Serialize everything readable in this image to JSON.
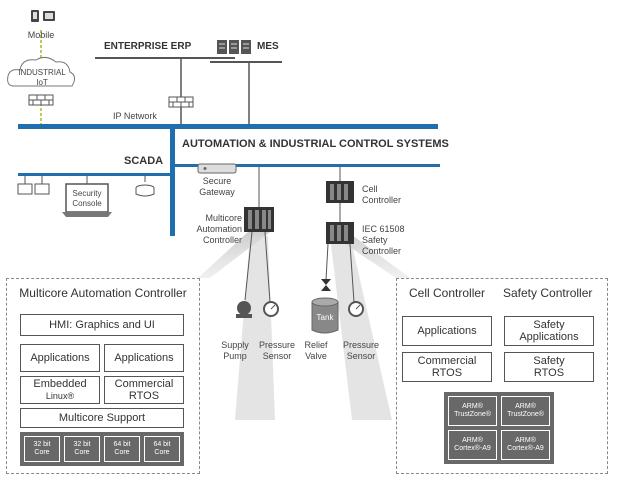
{
  "colors": {
    "bus": "#1f6ead",
    "text": "#333333",
    "chip": "#686868"
  },
  "network": {
    "mobile": "Mobile",
    "iot_line1": "INDUSTRIAL",
    "iot_line2": "IoT",
    "erp": "ENTERPRISE ERP",
    "mes": "MES",
    "ip_network": "IP Network",
    "automation": "AUTOMATION & INDUSTRIAL CONTROL SYSTEMS",
    "scada": "SCADA",
    "security_line1": "Security",
    "security_line2": "Console",
    "gateway_line1": "Secure",
    "gateway_line2": "Gateway",
    "mac_line1": "Multicore",
    "mac_line2": "Automation",
    "mac_line3": "Controller",
    "cell_line1": "Cell",
    "cell_line2": "Controller",
    "iec_line1": "IEC 61508",
    "iec_line2": "Safety",
    "iec_line3": "Controller",
    "tank": "Tank",
    "supply_line1": "Supply",
    "supply_line2": "Pump",
    "pressure1_line1": "Pressure",
    "pressure1_line2": "Sensor",
    "relief_line1": "Relief",
    "relief_line2": "Valve",
    "pressure2_line1": "Pressure",
    "pressure2_line2": "Sensor"
  },
  "left_panel": {
    "title": "Multicore Automation Controller",
    "hmi": "HMI: Graphics and UI",
    "app1": "Applications",
    "app2": "Applications",
    "embedded_line1": "Embedded",
    "embedded_line2": "Linux®",
    "crtos_line1": "Commercial",
    "crtos_line2": "RTOS",
    "multicore": "Multicore Support",
    "cores": [
      {
        "line1": "32 bit",
        "line2": "Core"
      },
      {
        "line1": "32 bit",
        "line2": "Core"
      },
      {
        "line1": "64 bit",
        "line2": "Core"
      },
      {
        "line1": "64 bit",
        "line2": "Core"
      }
    ]
  },
  "right_panel": {
    "title_cell": "Cell Controller",
    "title_safety": "Safety Controller",
    "applications": "Applications",
    "safety_app_line1": "Safety",
    "safety_app_line2": "Applications",
    "crtos_line1": "Commercial",
    "crtos_line2": "RTOS",
    "srtos_line1": "Safety",
    "srtos_line2": "RTOS",
    "chips": [
      {
        "line1": "ARM®",
        "line2": "TrustZone®"
      },
      {
        "line1": "ARM®",
        "line2": "TrustZone®"
      },
      {
        "line1": "ARM®",
        "line2": "Cortex®-A9"
      },
      {
        "line1": "ARM®",
        "line2": "Cortex®-A9"
      }
    ]
  }
}
